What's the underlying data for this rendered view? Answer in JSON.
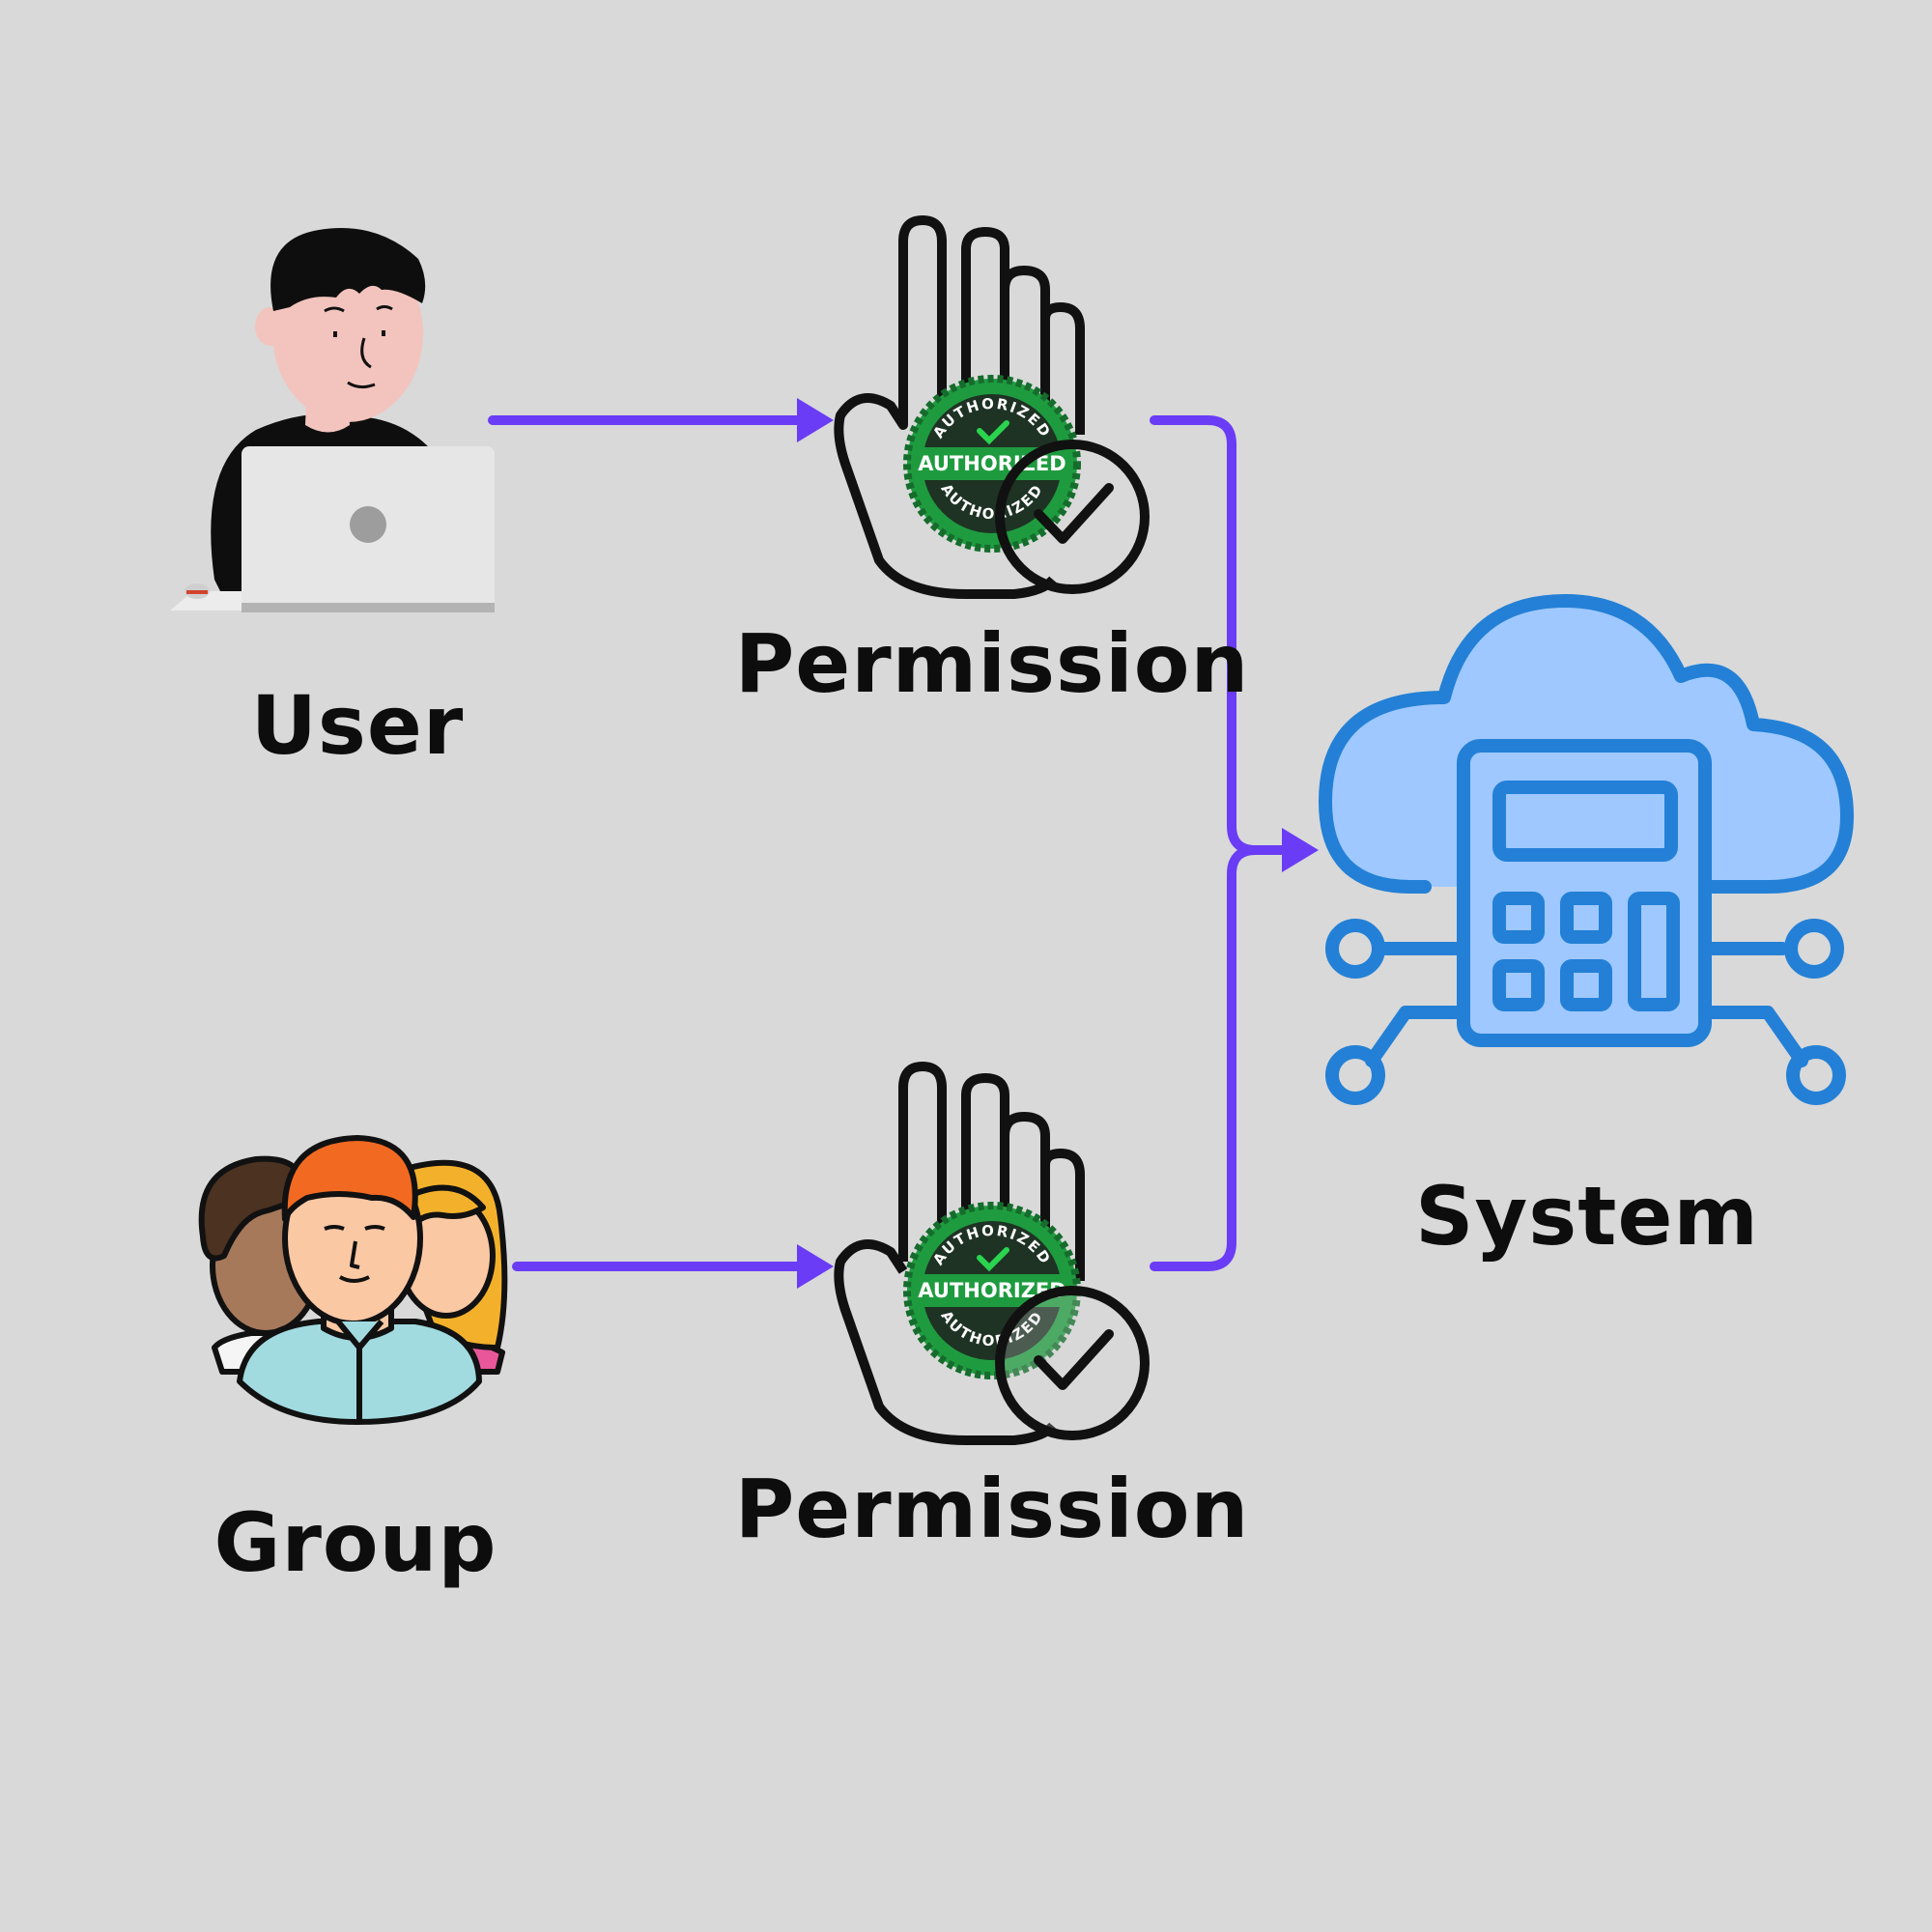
{
  "nodes": {
    "user": {
      "label": "User"
    },
    "group": {
      "label": "Group"
    },
    "permission_top": {
      "label": "Permission"
    },
    "permission_bottom": {
      "label": "Permission"
    },
    "system": {
      "label": "System"
    }
  },
  "stamp": {
    "text": "AUTHORIZED"
  },
  "colors": {
    "background": "#d9d9d9",
    "arrow": "#6a3cf5",
    "system_stroke": "#2380d6",
    "system_fill": "#9ec8ff",
    "stamp_green": "#1f9b3f",
    "stamp_dark": "#1e3324"
  }
}
